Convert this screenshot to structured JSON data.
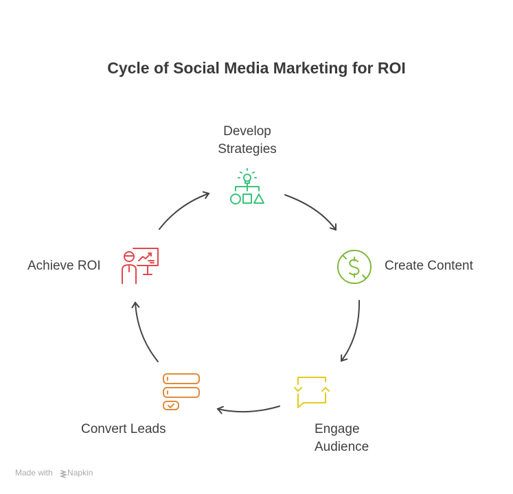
{
  "title": "Cycle of Social Media Marketing for ROI",
  "steps": [
    {
      "label_line1": "Develop",
      "label_line2": "Strategies",
      "icon": "lightbulb-flowchart-icon",
      "color": "#3cc27a"
    },
    {
      "label": "Create Content",
      "icon": "dollar-circle-icon",
      "color": "#7fb83a"
    },
    {
      "label_line1": "Engage",
      "label_line2": "Audience",
      "icon": "chat-cycle-icon",
      "color": "#e2cc1c"
    },
    {
      "label": "Convert Leads",
      "icon": "form-checklist-icon",
      "color": "#e3893a"
    },
    {
      "label": "Achieve ROI",
      "icon": "presenter-chart-icon",
      "color": "#e0474c"
    }
  ],
  "footer": {
    "text": "Made with",
    "brand": "Napkin"
  }
}
